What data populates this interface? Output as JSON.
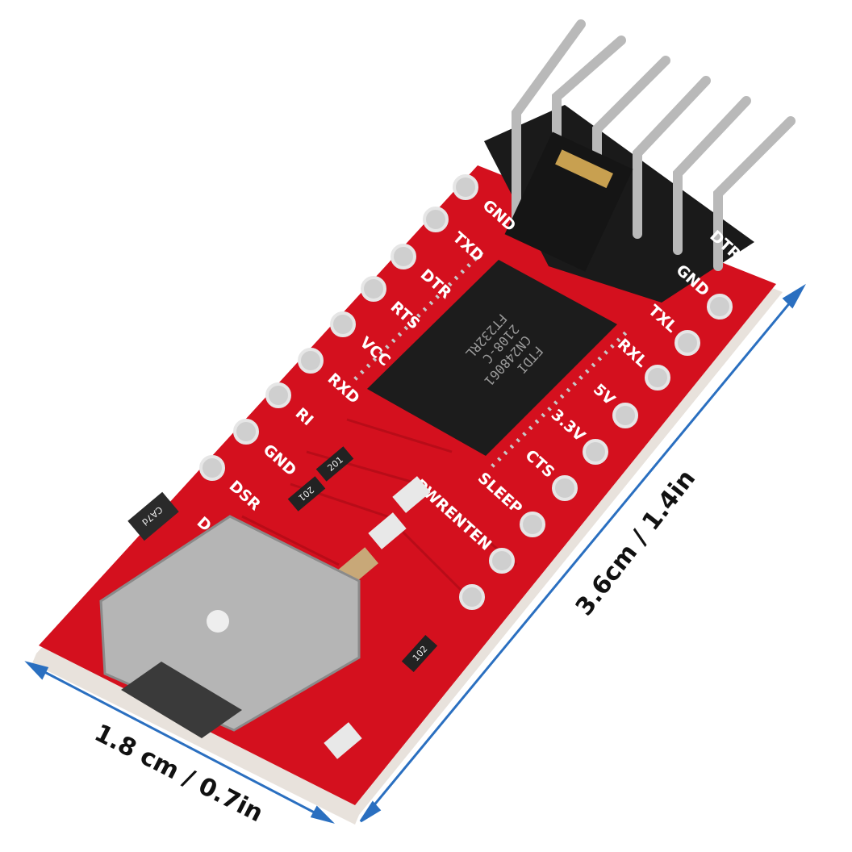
{
  "left_pins": [
    "GND",
    "TXD",
    "DTR",
    "RTS",
    "VCC",
    "RXD",
    "RI",
    "GND",
    "DSR",
    "DCD"
  ],
  "right_pins": [
    "DTR",
    "GND",
    "TXL",
    "RXL",
    "5V",
    "3.3V",
    "CTS",
    "SLEEP",
    "PWRENTEN"
  ],
  "chip": {
    "brand": "FTDI",
    "part": "FT232RL",
    "line2": "2108-C",
    "line3": "CN248061"
  },
  "components": {
    "res1": "201",
    "res2": "201",
    "res3": "102",
    "diode": "CA7d"
  },
  "dimensions": {
    "length": "3.6cm / 1.4in",
    "width": "1.8 cm / 0.7in"
  },
  "colors": {
    "board": "#d4101e",
    "arrow": "#2a6fc0",
    "chip": "#1c1c1c"
  }
}
